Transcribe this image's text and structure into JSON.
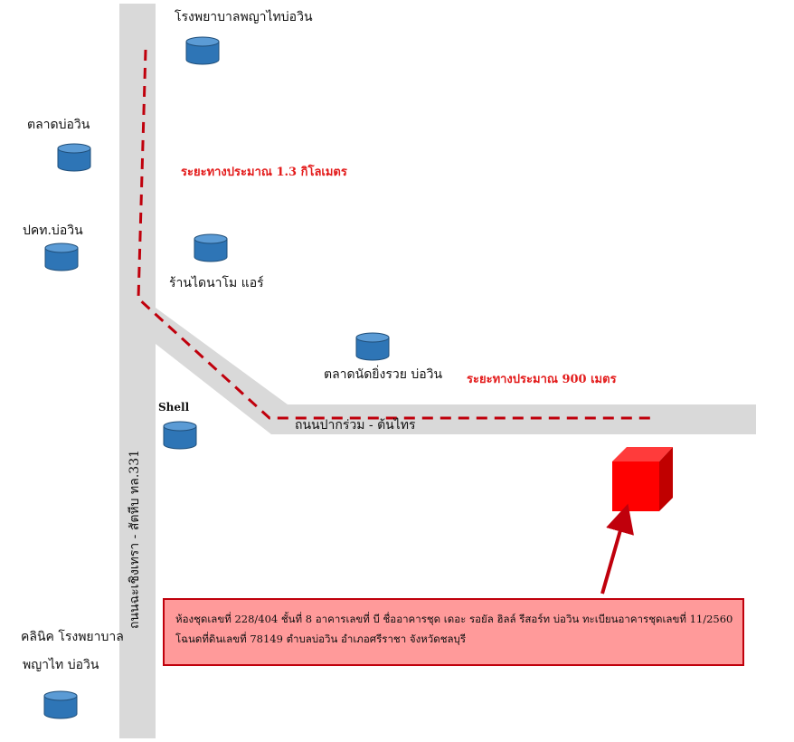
{
  "landmarks": {
    "phyathai_hospital": "โรงพยาบาลพญาไทบ่อวิน",
    "bowin_market": "ตลาดบ่อวิน",
    "police_station": "ปคท.บ่อวิน",
    "dynamo_air_shop": "ร้านไดนาโม แอร์",
    "nat_yingruay_market": "ตลาดนัดยิ่งรวย บ่อวิน",
    "shell": "Shell",
    "clinic_line1": "คลินิค โรงพยาบาล",
    "clinic_line2": "พญาไท บ่อวิน"
  },
  "roads": {
    "main_road": "ถนนฉะเชิงเทรา - สัตหีบ ทล.331",
    "side_road": "ถนนปากร่วม - ต้นไทร"
  },
  "distances": {
    "vertical_route": "ระยะทางประมาณ 1.3 กิโลเมตร",
    "horizontal_route": "ระยะทางประมาณ 900 เมตร"
  },
  "property_info": {
    "line1": "ห้องชุดเลขที่ 228/404  ชั้นที่ 8  อาคารเลขที่ บี ชื่ออาคารชุด เดอะ รอยัล ฮิลล์ รีสอร์ท บ่อวิน ทะเบียนอาคารชุดเลขที่ 11/2560",
    "line2": "โฉนดที่ดินเลขที่ 78149 ตำบลบ่อวิน   อำเภอศรีราชา   จังหวัดชลบุรี"
  },
  "colors": {
    "road": "#d9d9d9",
    "route_dash": "#c0000c",
    "landmark_icon": "#2e75b6",
    "property_marker": "#ff0000",
    "info_box_fill": "#ff9a9a",
    "info_box_border": "#c0000c"
  },
  "icons": {
    "landmark": "cylinder-icon",
    "property": "red-cube-icon",
    "pointer": "arrow-icon"
  }
}
